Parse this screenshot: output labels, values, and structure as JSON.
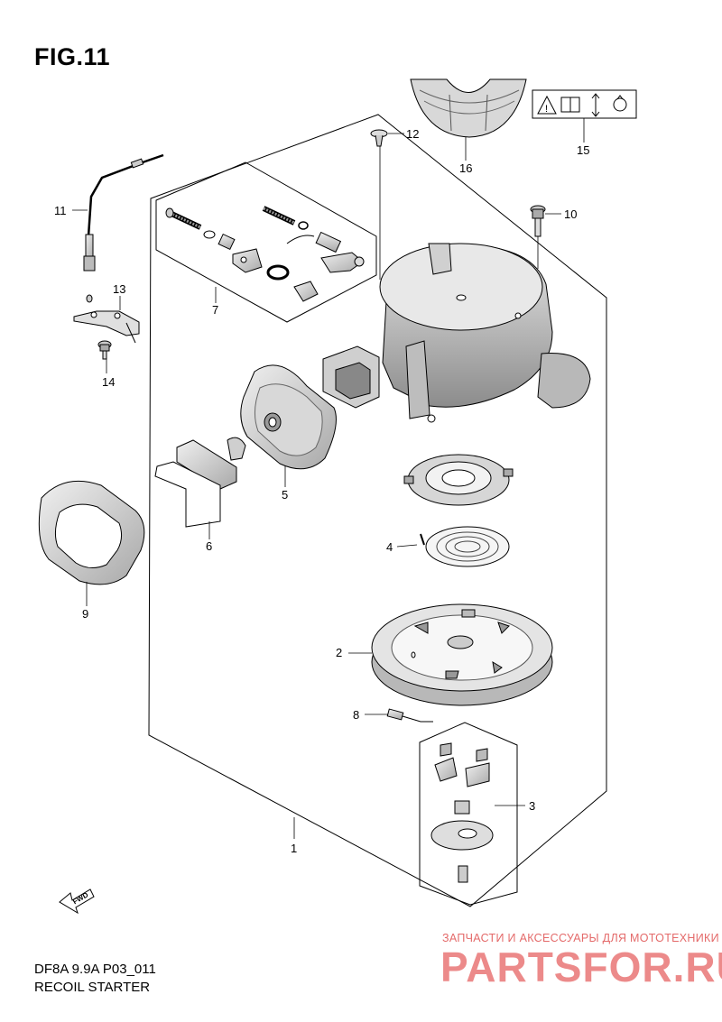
{
  "figure": {
    "title": "FIG.11"
  },
  "footer": {
    "code": "DF8A 9.9A P03_011",
    "name": "RECOIL STARTER"
  },
  "fwd_label": "FWD",
  "watermark": {
    "line1": "ЗАПЧАСТИ И АКСЕССУАРЫ ДЛЯ МОТОТЕХНИКИ",
    "logo": "PARTSFOR.RU"
  },
  "callouts": {
    "c1": "1",
    "c2": "2",
    "c3": "3",
    "c4": "4",
    "c5": "5",
    "c6": "6",
    "c7": "7",
    "c8": "8",
    "c9": "9",
    "c10": "10",
    "c11": "11",
    "c12": "12",
    "c13": "13",
    "c14": "14",
    "c15": "15",
    "c16": "16"
  },
  "colors": {
    "line": "#000000",
    "part_fill": "#dcdcdc",
    "part_dark": "#9a9a9a",
    "watermark": "#e46a6a"
  }
}
